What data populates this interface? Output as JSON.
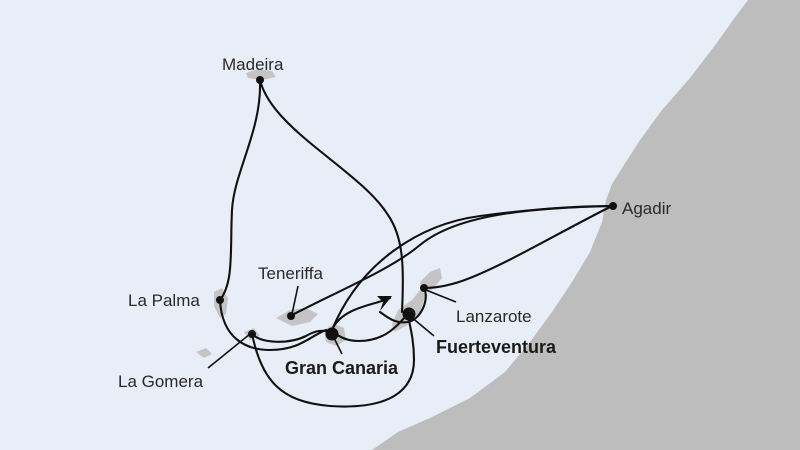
{
  "map": {
    "colors": {
      "sea": "#e8eef7",
      "land": "#bdbdbd",
      "route": "#111111",
      "port": "#111111"
    },
    "ports": {
      "madeira": "Madeira",
      "agadir": "Agadir",
      "teneriffa": "Teneriffa",
      "la_palma": "La Palma",
      "la_gomera": "La Gomera",
      "lanzarote": "Lanzarote",
      "gran_canaria": "Gran Canaria",
      "fuerteventura": "Fuerteventura"
    },
    "highlighted_ports": [
      "Gran Canaria",
      "Fuerteventura"
    ]
  }
}
